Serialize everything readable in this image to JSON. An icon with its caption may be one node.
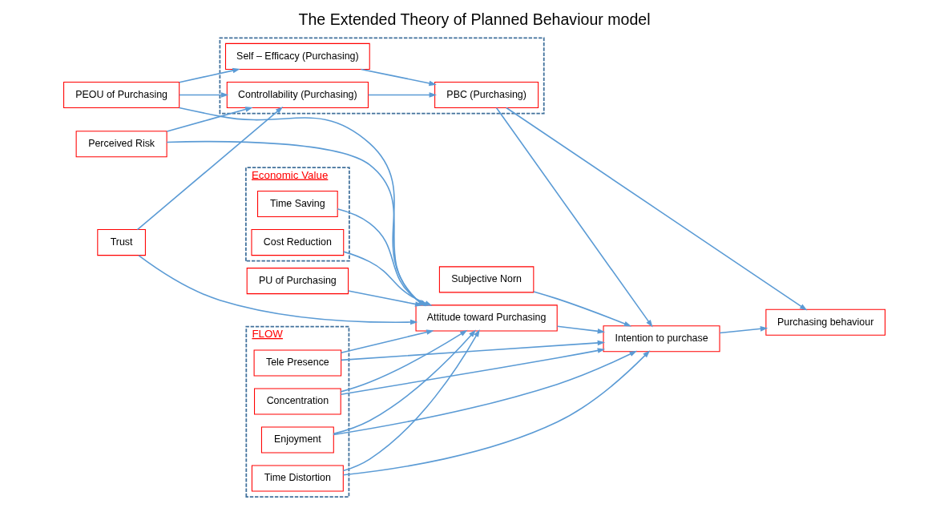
{
  "diagram": {
    "title": "The Extended Theory of Planned Behaviour model",
    "nodes": [
      {
        "text": [
          "Economic Value"
        ]
      },
      {
        "text": [
          "Time Saving"
        ],
        "in": 0
      },
      {
        "text": [
          "Cost Reduction"
        ],
        "in": 0
      },
      {
        "text": [
          "PU of Purchasing"
        ]
      },
      {
        "text": [
          "PEOU of Purchasing"
        ]
      },
      {
        "text": [
          "FLOW"
        ]
      },
      {
        "text": [
          "Concentration"
        ],
        "in": 5
      },
      {
        "text": [
          "Enjoyment"
        ],
        "in": 5
      },
      {
        "text": [
          "Time Distortion"
        ],
        "in": 5
      },
      {
        "text": [
          "Tele Presence"
        ],
        "in": 5
      },
      {
        "text": [
          "Trust"
        ]
      },
      {
        "text": [
          "Perceived Risk"
        ]
      },
      {
        "text": [
          "Attitude toward Purchasing"
        ]
      },
      {
        "text": [
          "Subjective Norn"
        ]
      },
      {
        "text": [
          "Intention to purchase"
        ]
      },
      {
        "text": [],
        "shape": "box"
      },
      {
        "text": [
          "Controllability (Purchasing)"
        ],
        "in": 15
      },
      {
        "text": [
          "Self – Efficacy (Purchasing)"
        ],
        "in": 15
      },
      {
        "text": [
          "PBC (Purchasing)"
        ],
        "in": 15
      },
      {
        "text": [
          "Purchasing behaviour"
        ]
      }
    ],
    "edges": [
      {
        "from": 1,
        "to": 12,
        "arrow": "to"
      },
      {
        "from": 2,
        "to": 12,
        "arrow": "to"
      },
      {
        "from": 3,
        "to": 12,
        "arrow": "to"
      },
      {
        "from": 4,
        "to": 12,
        "arrow": "to"
      },
      {
        "from": 4,
        "to": 16,
        "arrow": "to"
      },
      {
        "from": 4,
        "to": 17,
        "arrow": "to"
      },
      {
        "from": 6,
        "to": 14,
        "arrow": "to"
      },
      {
        "from": 7,
        "to": 14,
        "arrow": "to"
      },
      {
        "from": 8,
        "to": 14,
        "arrow": "to"
      },
      {
        "from": 9,
        "to": 14,
        "arrow": "to"
      },
      {
        "from": 6,
        "to": 12,
        "arrow": "to"
      },
      {
        "from": 7,
        "to": 12,
        "arrow": "to"
      },
      {
        "from": 8,
        "to": 12,
        "arrow": "to"
      },
      {
        "from": 9,
        "to": 12,
        "arrow": "to"
      },
      {
        "from": 10,
        "to": 12,
        "arrow": "to"
      },
      {
        "from": 10,
        "to": 16,
        "arrow": "to"
      },
      {
        "from": 11,
        "to": 12,
        "arrow": "to"
      },
      {
        "from": 11,
        "to": 16,
        "arrow": "to"
      },
      {
        "from": 12,
        "to": 14,
        "arrow": "to"
      },
      {
        "from": 13,
        "to": 14,
        "arrow": "to"
      },
      {
        "from": 16,
        "to": 18,
        "arrow": "to"
      },
      {
        "from": 17,
        "to": 18,
        "arrow": "to"
      },
      {
        "from": 18,
        "to": 14,
        "arrow": "to"
      },
      {
        "from": 14,
        "to": 19,
        "arrow": "to"
      },
      {
        "from": 18,
        "to": 19,
        "arrow": "to"
      }
    ]
  }
}
